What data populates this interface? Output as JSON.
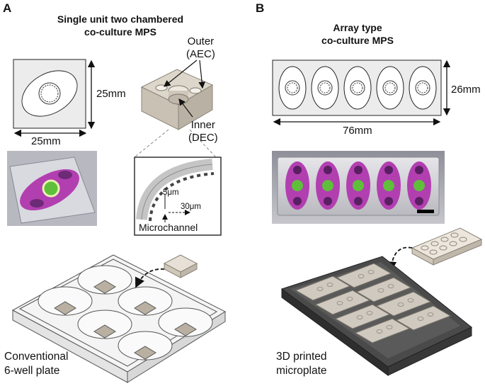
{
  "panel_a": {
    "letter": "A",
    "title_line1": "Single unit two chambered",
    "title_line2": "co-culture MPS",
    "dim_height": "25mm",
    "dim_width": "25mm",
    "outer_line1": "Outer",
    "outer_line2": "(AEC)",
    "inner_line1": "Inner",
    "inner_line2": "(DEC)",
    "inset_dim1": "5μm",
    "inset_dim2": "30μm",
    "inset_label": "Microchannel",
    "plate_line1": "Conventional",
    "plate_line2": "6-well plate"
  },
  "panel_b": {
    "letter": "B",
    "title_line1": "Array type",
    "title_line2": "co-culture MPS",
    "dim_height": "26mm",
    "dim_width": "76mm",
    "plate_line1": "3D printed",
    "plate_line2": "microplate"
  },
  "colors": {
    "magenta": "#b23fb0",
    "green": "#5fbf3a",
    "device_gray": "#d8d2c8",
    "plate_dark": "#3d3d3d"
  }
}
